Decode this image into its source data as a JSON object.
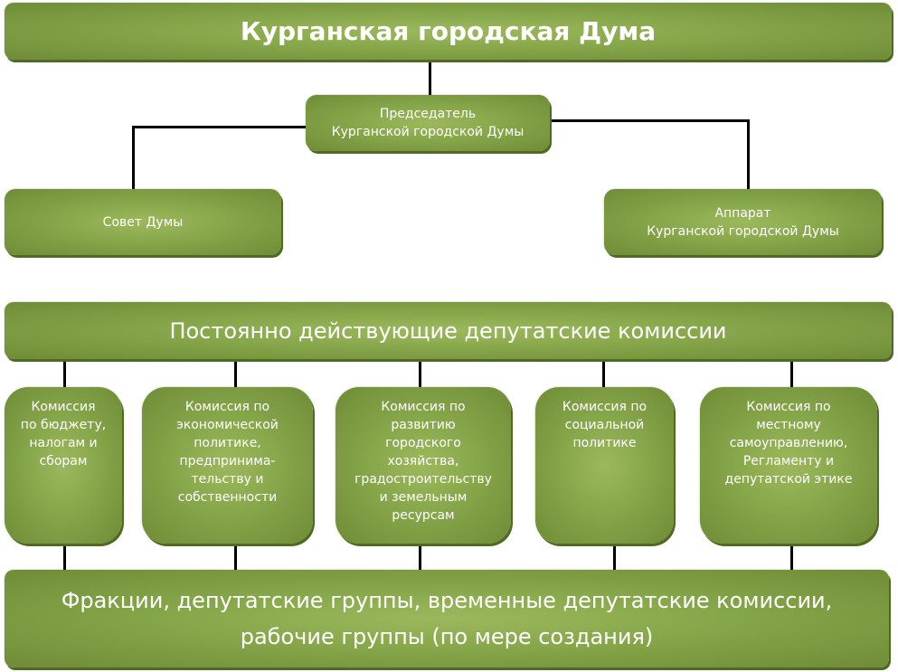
{
  "title": "Курганская городская Дума",
  "chairman": "Председатель\nКурганской городской Думы",
  "council": "Совет Думы",
  "apparatus": "Аппарат\nКурганской городской Думы",
  "commissions_header": "Постоянно действующие депутатские комиссии",
  "commissions": [
    "Комиссия\nпо бюджету,\nналогам и\nсборам",
    "Комиссия по\nэкономической\nполитике,\nпредпринима-\nтельству и\nсобственности",
    "Комиссия по\nразвитию\nгородского\nхозяйства,\nградостроительству\nи земельным\nресурсам",
    "Комиссия по\nсоциальной\nполитике",
    "Комиссия по\nместному\nсамоуправлению,\nРегламенту и\nдепутатской этике"
  ],
  "factions": "Фракции, депутатские группы, временные депутатские комиссии,\nрабочие группы (по мере создания)",
  "colors": {
    "node_center": "#9cb85c",
    "node_edge": "#6f8c36",
    "shadow": "#4f6a22",
    "connector": "#000000"
  }
}
